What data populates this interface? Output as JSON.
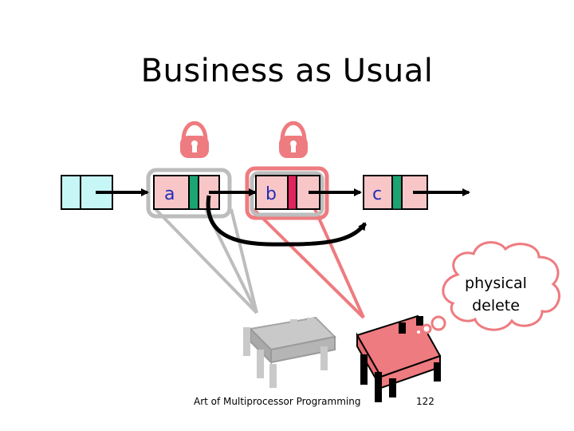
{
  "slide": {
    "title": "Business as Usual",
    "footer_left": "Art of Multiprocessor Programming",
    "footer_right": "122"
  },
  "nodes": [
    {
      "label": ""
    },
    {
      "label": "a"
    },
    {
      "label": "b"
    },
    {
      "label": "c"
    }
  ],
  "thought": {
    "line1": "physical",
    "line2": "delete"
  },
  "colors": {
    "head_fill": "#c7f6f7",
    "node_fill": "#f9c6c8",
    "lock": "#ee7b7f",
    "locked_bar": "#e0245e",
    "unlocked_bar": "#1aa573",
    "label_blue": "#1f2fb8",
    "thread_gray": "#c9c9c9",
    "thread_red": "#ee7b7f"
  },
  "icons": [
    "lock-icon",
    "thread-icon",
    "thought-bubble"
  ]
}
